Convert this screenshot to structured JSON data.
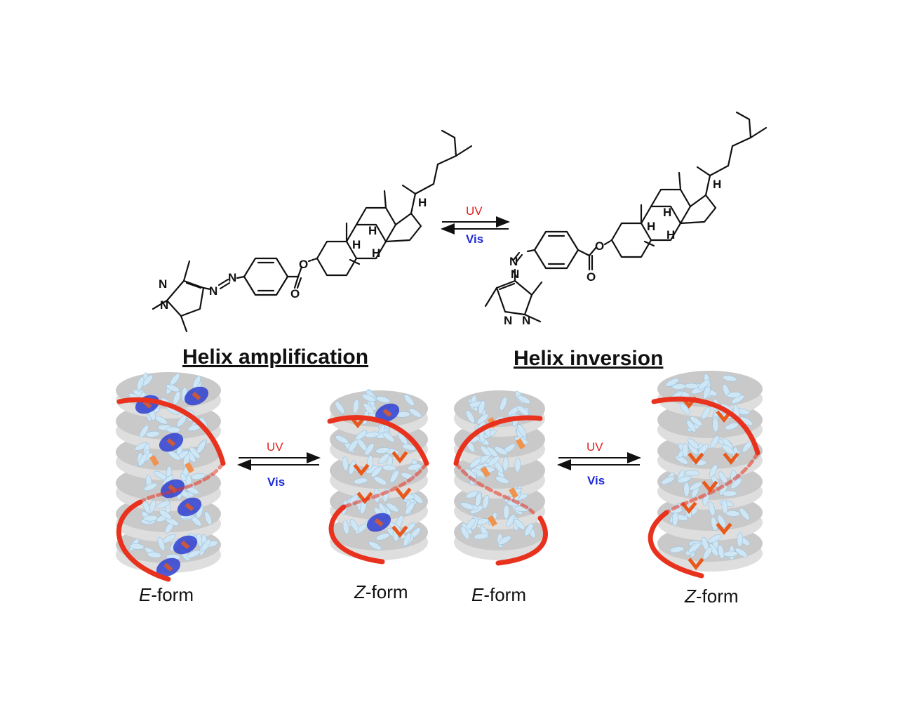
{
  "colors": {
    "uv": "#e1211f",
    "vis": "#1f2bd6",
    "helix": "#e8321e",
    "azo_dopant_e": "#2f3fd0",
    "azo_dopant_z": "#e8591b",
    "lc_mesogen": "#cfe6f5",
    "disc": "#c9c9c9"
  },
  "scheme": {
    "uv_label": "UV",
    "vis_label": "Vis",
    "atom_labels": {
      "hydrogen": "H",
      "oxygen": "O",
      "nitrogen": "N"
    }
  },
  "sections": {
    "amplification_title": "Helix amplification",
    "inversion_title": "Helix inversion"
  },
  "panels": {
    "amplification": {
      "uv_label": "UV",
      "vis_label": "Vis",
      "left_label_italic": "E",
      "left_label_rest": "-form",
      "right_label_italic": "Z",
      "right_label_rest": "-form"
    },
    "inversion": {
      "uv_label": "UV",
      "vis_label": "Vis",
      "left_label_italic": "E",
      "left_label_rest": "-form",
      "right_label_italic": "Z",
      "right_label_rest": "-form"
    }
  }
}
